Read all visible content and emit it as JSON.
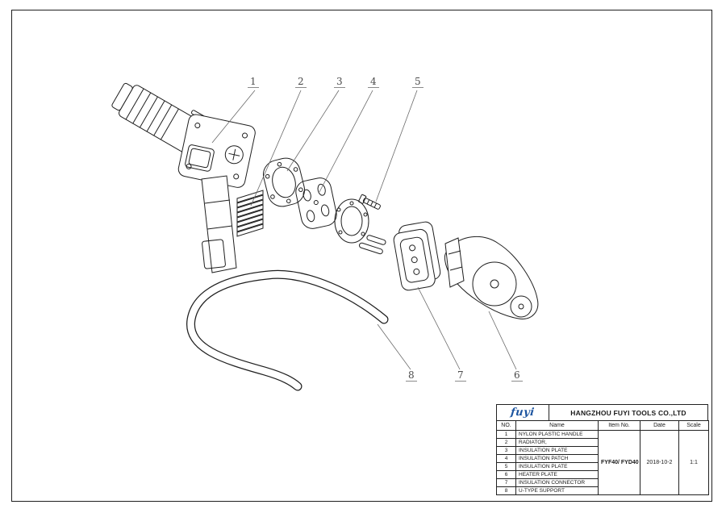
{
  "page": {
    "background": "#ffffff",
    "line_color": "#1f1f1f"
  },
  "logo": {
    "text": "fuyi",
    "color": "#1d55a0"
  },
  "callouts": [
    "1",
    "2",
    "3",
    "4",
    "5",
    "6",
    "7",
    "8"
  ],
  "titleblock": {
    "company": "HANGZHOU FUYI TOOLS CO.,LTD",
    "headers": {
      "no": "NO.",
      "name": "Name",
      "item_no": "Item No.",
      "date": "Date",
      "scale": "Scale"
    },
    "rows": [
      {
        "no": "1",
        "name": "NYLON PLASTIC HANDLE"
      },
      {
        "no": "2",
        "name": "RADIATOR,"
      },
      {
        "no": "3",
        "name": "INSULATION PLATE"
      },
      {
        "no": "4",
        "name": "INSULATION PATCH"
      },
      {
        "no": "5",
        "name": "INSULATION PLATE"
      },
      {
        "no": "6",
        "name": "HEATER PLATE"
      },
      {
        "no": "7",
        "name": "INSULATION CONNECTOR"
      },
      {
        "no": "8",
        "name": "U-TYPE SUPPORT"
      }
    ],
    "item_no_value": "FYF40/ FYD40",
    "date_value": "2018-10-2",
    "scale_value": "1:1"
  }
}
